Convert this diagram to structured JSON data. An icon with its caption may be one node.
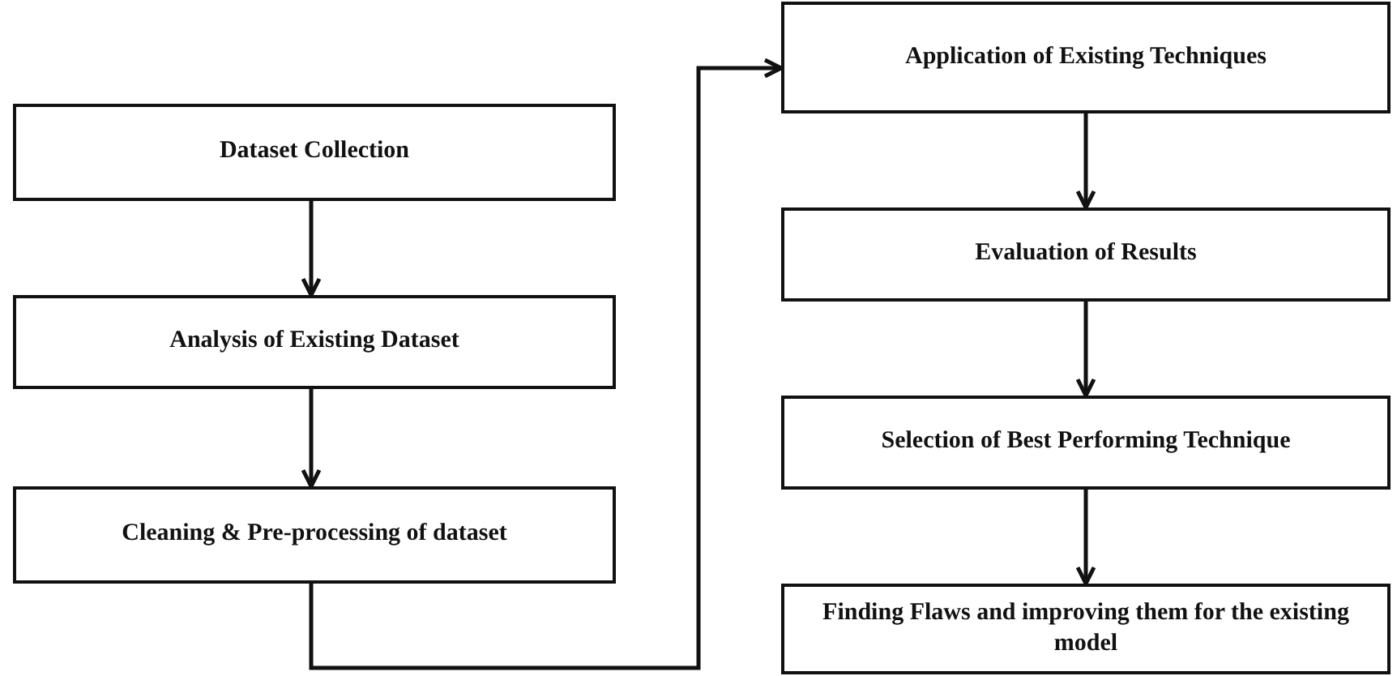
{
  "diagram": {
    "nodes": [
      {
        "text": [
          "Dataset Collection"
        ]
      },
      {
        "text": [
          "Analysis of Existing Dataset"
        ]
      },
      {
        "text": [
          "Cleaning & Pre-processing of dataset"
        ]
      },
      {
        "text": [
          "Application of Existing Techniques"
        ]
      },
      {
        "text": [
          "Evaluation of Results"
        ]
      },
      {
        "text": [
          "Selection of Best Performing Technique"
        ]
      },
      {
        "text": [
          "Finding Flaws and improving them for the existing model"
        ]
      }
    ],
    "edges": [
      {
        "from": 0,
        "to": 1,
        "arrow": "to"
      },
      {
        "from": 1,
        "to": 2,
        "arrow": "to"
      },
      {
        "from": 2,
        "to": 3,
        "arrow": "to"
      },
      {
        "from": 3,
        "to": 4,
        "arrow": "to"
      },
      {
        "from": 4,
        "to": 5,
        "arrow": "to"
      },
      {
        "from": 5,
        "to": 6,
        "arrow": "to"
      }
    ]
  }
}
